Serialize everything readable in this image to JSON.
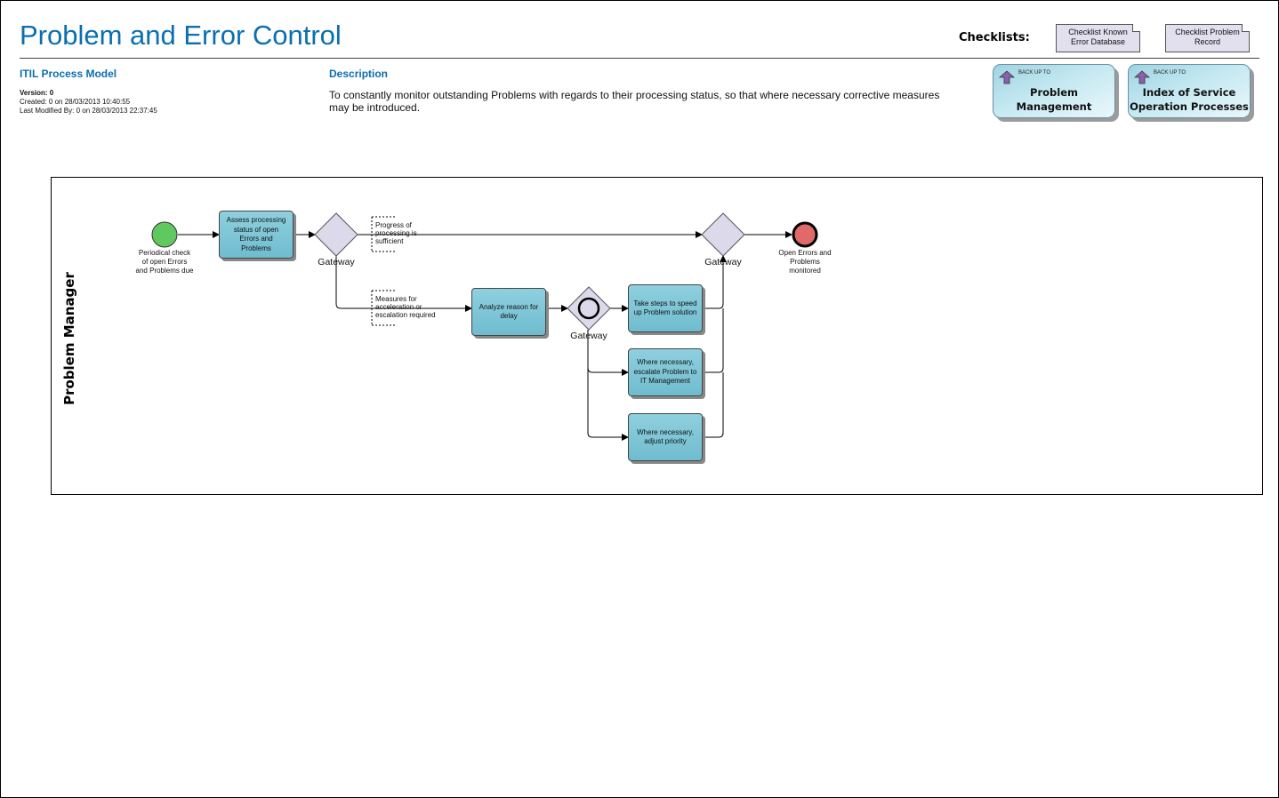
{
  "header": {
    "title": "Problem and Error Control",
    "checklists_label": "Checklists:",
    "checklists": [
      {
        "line1": "Checklist Known",
        "line2": "Error Database"
      },
      {
        "line1": "Checklist Problem",
        "line2": "Record"
      }
    ]
  },
  "meta": {
    "model": "ITIL Process Model",
    "version": "Version: 0",
    "created": "Created:  0 on 28/03/2013 10:40:55",
    "modified": "Last Modified By:  0 on 28/03/2013 22:37:45"
  },
  "description": {
    "title": "Description",
    "text": "To constantly monitor outstanding Problems with regards to their processing status, so that where necessary corrective measures may be introduced."
  },
  "backup": [
    {
      "small": "BACK UP TO",
      "line1": "Problem Management",
      "line2": ""
    },
    {
      "small": "BACK UP TO",
      "line1": "Index of Service",
      "line2": "Operation Processes"
    }
  ],
  "diagram": {
    "lane": "Problem Manager",
    "start_label": {
      "l1": "Periodical check",
      "l2": "of open Errors",
      "l3": "and Problems due"
    },
    "end_label": {
      "l1": "Open Errors and",
      "l2": "Problems",
      "l3": "monitored"
    },
    "tasks": {
      "assess": {
        "l1": "Assess processing",
        "l2": "status of open",
        "l3": "Errors and",
        "l4": "Problems"
      },
      "analyze": {
        "l1": "Analyze reason for",
        "l2": "delay"
      },
      "speed": {
        "l1": "Take steps to speed",
        "l2": "up Problem solution"
      },
      "escalate": {
        "l1": "Where necessary,",
        "l2": "escalate Problem to",
        "l3": "IT Management"
      },
      "priority": {
        "l1": "Where necessary,",
        "l2": "adjust priority"
      }
    },
    "gateway_label": "Gateway",
    "annotations": {
      "progress": {
        "l1": "Progress of",
        "l2": "processing is",
        "l3": "sufficient"
      },
      "measures": {
        "l1": "Measures for",
        "l2": "acceleration or",
        "l3": "escalation required"
      }
    },
    "colors": {
      "start_event": "#5fc95f",
      "end_event": "#e06a6a",
      "gateway": "#dcd9ea",
      "task": "#7cc4d6"
    }
  }
}
